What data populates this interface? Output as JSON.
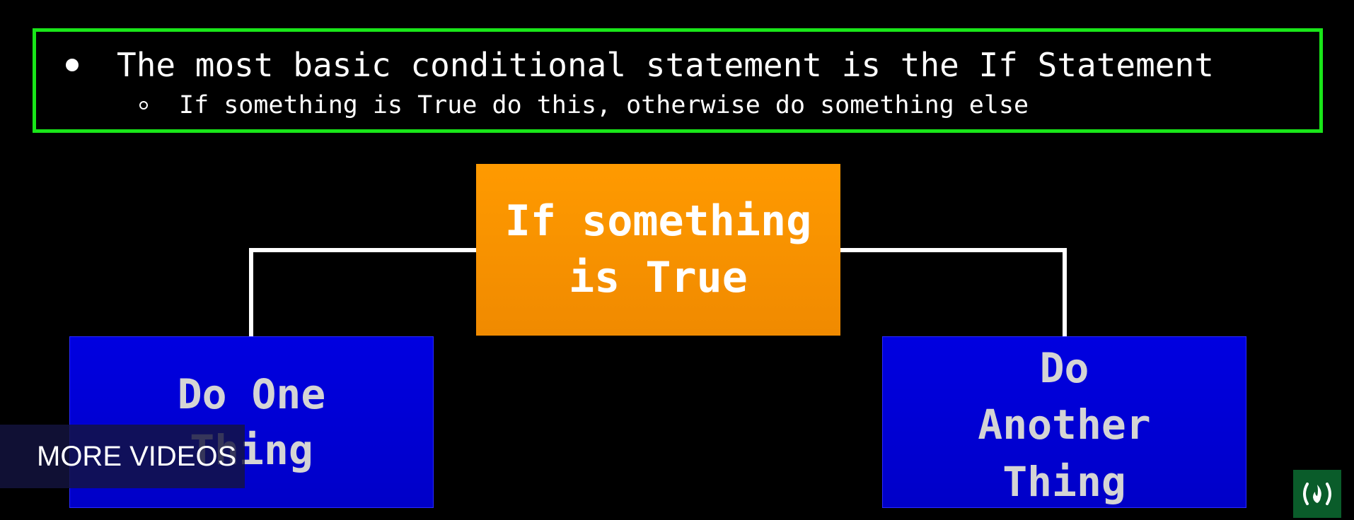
{
  "slide": {
    "bullet": "The most basic conditional statement is the If Statement",
    "sub_bullet": "If something is True do this, otherwise do something else"
  },
  "flowchart": {
    "condition": "If something\nis True",
    "left_branch": "Do One\nThing",
    "right_branch": "Do\nAnother\nThing"
  },
  "overlay": {
    "more_videos_label": "MORE VIDEOS",
    "brand_icon": "freecodecamp-logo-icon"
  },
  "colors": {
    "frame_green": "#19e619",
    "condition_orange": "#ff9a00",
    "branch_blue": "#0000e0",
    "brand_green": "#0a5c2a"
  }
}
